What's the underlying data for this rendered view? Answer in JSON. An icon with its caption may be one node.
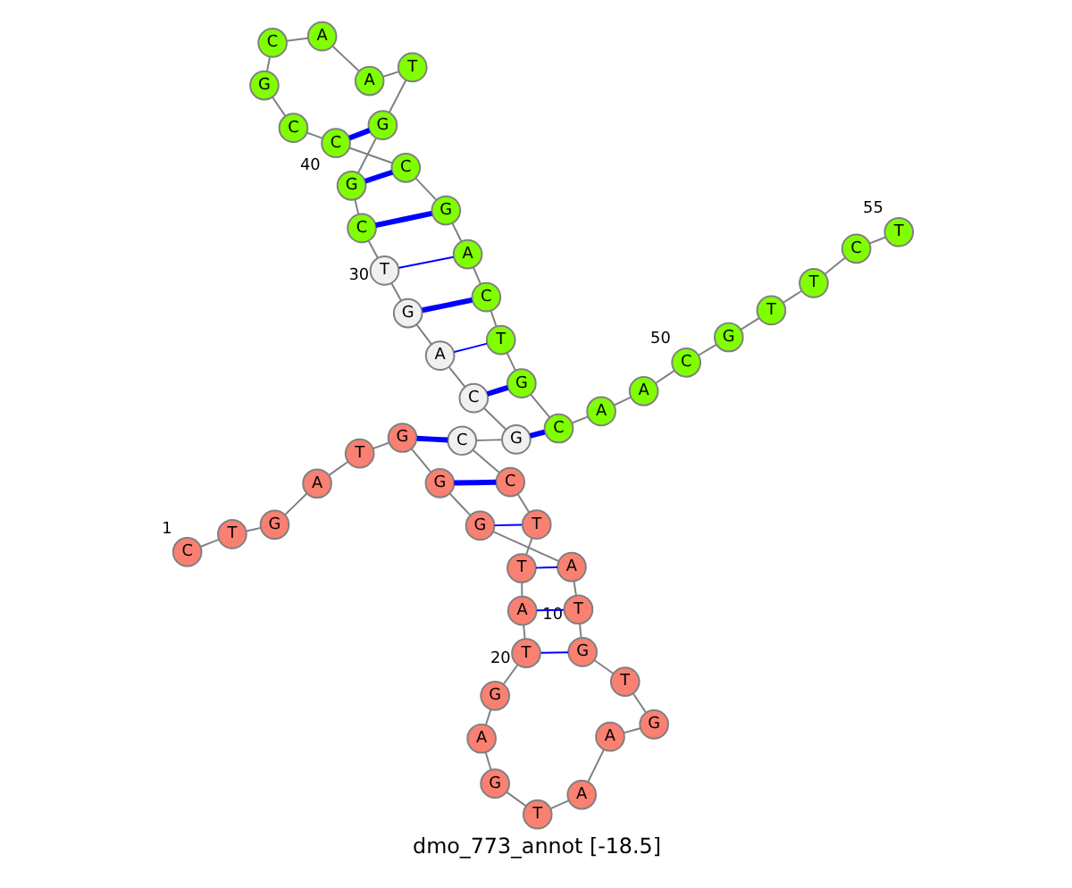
{
  "diagram": {
    "title": "dmo_773_annot [-18.5]",
    "nodes": [
      {
        "text": [
          "C"
        ],
        "beside": [
          "1"
        ]
      },
      {
        "text": [
          "T"
        ]
      },
      {
        "text": [
          "G"
        ]
      },
      {
        "text": [
          "A"
        ]
      },
      {
        "text": [
          "T"
        ]
      },
      {
        "text": [
          "G"
        ]
      },
      {
        "text": [
          "G"
        ]
      },
      {
        "text": [
          "G"
        ]
      },
      {
        "text": [
          "A"
        ]
      },
      {
        "text": [
          "T"
        ],
        "beside": [
          "10"
        ]
      },
      {
        "text": [
          "G"
        ]
      },
      {
        "text": [
          "T"
        ]
      },
      {
        "text": [
          "G"
        ]
      },
      {
        "text": [
          "A"
        ]
      },
      {
        "text": [
          "A"
        ]
      },
      {
        "text": [
          "T"
        ]
      },
      {
        "text": [
          "G"
        ]
      },
      {
        "text": [
          "A"
        ]
      },
      {
        "text": [
          "G"
        ]
      },
      {
        "text": [
          "T"
        ],
        "beside": [
          "20"
        ]
      },
      {
        "text": [
          "A"
        ]
      },
      {
        "text": [
          "T"
        ]
      },
      {
        "text": [
          "T"
        ]
      },
      {
        "text": [
          "C"
        ]
      },
      {
        "text": [
          "C"
        ]
      },
      {
        "text": [
          "G"
        ]
      },
      {
        "text": [
          "C"
        ]
      },
      {
        "text": [
          "A"
        ]
      },
      {
        "text": [
          "G"
        ]
      },
      {
        "text": [
          "T"
        ],
        "beside": [
          "30"
        ]
      },
      {
        "text": [
          "C"
        ]
      },
      {
        "text": [
          "G"
        ]
      },
      {
        "text": [
          "G"
        ]
      },
      {
        "text": [
          "T"
        ]
      },
      {
        "text": [
          "A"
        ]
      },
      {
        "text": [
          "A"
        ]
      },
      {
        "text": [
          "C"
        ]
      },
      {
        "text": [
          "G"
        ]
      },
      {
        "text": [
          "C"
        ]
      },
      {
        "text": [
          "C"
        ],
        "beside": [
          "40"
        ]
      },
      {
        "text": [
          "C"
        ]
      },
      {
        "text": [
          "G"
        ]
      },
      {
        "text": [
          "A"
        ]
      },
      {
        "text": [
          "C"
        ]
      },
      {
        "text": [
          "T"
        ]
      },
      {
        "text": [
          "G"
        ]
      },
      {
        "text": [
          "C"
        ]
      },
      {
        "text": [
          "A"
        ]
      },
      {
        "text": [
          "A"
        ]
      },
      {
        "text": [
          "C"
        ],
        "beside": [
          "50"
        ]
      },
      {
        "text": [
          "G"
        ]
      },
      {
        "text": [
          "T"
        ]
      },
      {
        "text": [
          "T"
        ]
      },
      {
        "text": [
          "C"
        ]
      },
      {
        "text": [
          "T"
        ],
        "beside": [
          "55"
        ]
      }
    ],
    "edges": [
      {
        "from": 0,
        "to": 1,
        "arrow": "none"
      },
      {
        "from": 1,
        "to": 2,
        "arrow": "none"
      },
      {
        "from": 2,
        "to": 3,
        "arrow": "none"
      },
      {
        "from": 3,
        "to": 4,
        "arrow": "none"
      },
      {
        "from": 4,
        "to": 5,
        "arrow": "none"
      },
      {
        "from": 5,
        "to": 6,
        "arrow": "none"
      },
      {
        "from": 6,
        "to": 7,
        "arrow": "none"
      },
      {
        "from": 7,
        "to": 8,
        "arrow": "none"
      },
      {
        "from": 8,
        "to": 9,
        "arrow": "none"
      },
      {
        "from": 9,
        "to": 10,
        "arrow": "none"
      },
      {
        "from": 10,
        "to": 11,
        "arrow": "none"
      },
      {
        "from": 11,
        "to": 12,
        "arrow": "none"
      },
      {
        "from": 12,
        "to": 13,
        "arrow": "none"
      },
      {
        "from": 13,
        "to": 14,
        "arrow": "none"
      },
      {
        "from": 14,
        "to": 15,
        "arrow": "none"
      },
      {
        "from": 15,
        "to": 16,
        "arrow": "none"
      },
      {
        "from": 16,
        "to": 17,
        "arrow": "none"
      },
      {
        "from": 17,
        "to": 18,
        "arrow": "none"
      },
      {
        "from": 18,
        "to": 19,
        "arrow": "none"
      },
      {
        "from": 19,
        "to": 20,
        "arrow": "none"
      },
      {
        "from": 20,
        "to": 21,
        "arrow": "none"
      },
      {
        "from": 21,
        "to": 22,
        "arrow": "none"
      },
      {
        "from": 22,
        "to": 23,
        "arrow": "none"
      },
      {
        "from": 23,
        "to": 24,
        "arrow": "none"
      },
      {
        "from": 24,
        "to": 25,
        "arrow": "none"
      },
      {
        "from": 25,
        "to": 26,
        "arrow": "none"
      },
      {
        "from": 26,
        "to": 27,
        "arrow": "none"
      },
      {
        "from": 27,
        "to": 28,
        "arrow": "none"
      },
      {
        "from": 28,
        "to": 29,
        "arrow": "none"
      },
      {
        "from": 29,
        "to": 30,
        "arrow": "none"
      },
      {
        "from": 30,
        "to": 31,
        "arrow": "none"
      },
      {
        "from": 31,
        "to": 32,
        "arrow": "none"
      },
      {
        "from": 32,
        "to": 33,
        "arrow": "none"
      },
      {
        "from": 33,
        "to": 34,
        "arrow": "none"
      },
      {
        "from": 34,
        "to": 35,
        "arrow": "none"
      },
      {
        "from": 35,
        "to": 36,
        "arrow": "none"
      },
      {
        "from": 36,
        "to": 37,
        "arrow": "none"
      },
      {
        "from": 37,
        "to": 38,
        "arrow": "none"
      },
      {
        "from": 38,
        "to": 39,
        "arrow": "none"
      },
      {
        "from": 39,
        "to": 40,
        "arrow": "none"
      },
      {
        "from": 40,
        "to": 41,
        "arrow": "none"
      },
      {
        "from": 41,
        "to": 42,
        "arrow": "none"
      },
      {
        "from": 42,
        "to": 43,
        "arrow": "none"
      },
      {
        "from": 43,
        "to": 44,
        "arrow": "none"
      },
      {
        "from": 44,
        "to": 45,
        "arrow": "none"
      },
      {
        "from": 45,
        "to": 46,
        "arrow": "none"
      },
      {
        "from": 46,
        "to": 47,
        "arrow": "none"
      },
      {
        "from": 47,
        "to": 48,
        "arrow": "none"
      },
      {
        "from": 48,
        "to": 49,
        "arrow": "none"
      },
      {
        "from": 49,
        "to": 50,
        "arrow": "none"
      },
      {
        "from": 50,
        "to": 51,
        "arrow": "none"
      },
      {
        "from": 51,
        "to": 52,
        "arrow": "none"
      },
      {
        "from": 52,
        "to": 53,
        "arrow": "none"
      },
      {
        "from": 53,
        "to": 54,
        "arrow": "none"
      },
      {
        "from": 5,
        "to": 24,
        "arrow": "none",
        "style": "thick",
        "color": "#0000ff"
      },
      {
        "from": 6,
        "to": 23,
        "arrow": "none",
        "style": "thick",
        "color": "#0000ff"
      },
      {
        "from": 7,
        "to": 22,
        "arrow": "none",
        "color": "#0000ff"
      },
      {
        "from": 8,
        "to": 21,
        "arrow": "none",
        "color": "#0000ff"
      },
      {
        "from": 9,
        "to": 20,
        "arrow": "none",
        "color": "#0000ff"
      },
      {
        "from": 10,
        "to": 19,
        "arrow": "none",
        "color": "#0000ff"
      },
      {
        "from": 25,
        "to": 46,
        "arrow": "none",
        "style": "thick",
        "color": "#0000ff"
      },
      {
        "from": 26,
        "to": 45,
        "arrow": "none",
        "style": "thick",
        "color": "#0000ff"
      },
      {
        "from": 27,
        "to": 44,
        "arrow": "none",
        "color": "#0000ff"
      },
      {
        "from": 28,
        "to": 43,
        "arrow": "none",
        "style": "thick",
        "color": "#0000ff"
      },
      {
        "from": 29,
        "to": 42,
        "arrow": "none",
        "color": "#0000ff"
      },
      {
        "from": 30,
        "to": 41,
        "arrow": "none",
        "style": "thick",
        "color": "#0000ff"
      },
      {
        "from": 31,
        "to": 40,
        "arrow": "none",
        "style": "thick",
        "color": "#0000ff"
      },
      {
        "from": 32,
        "to": 39,
        "arrow": "none",
        "style": "thick",
        "color": "#0000ff"
      }
    ]
  }
}
